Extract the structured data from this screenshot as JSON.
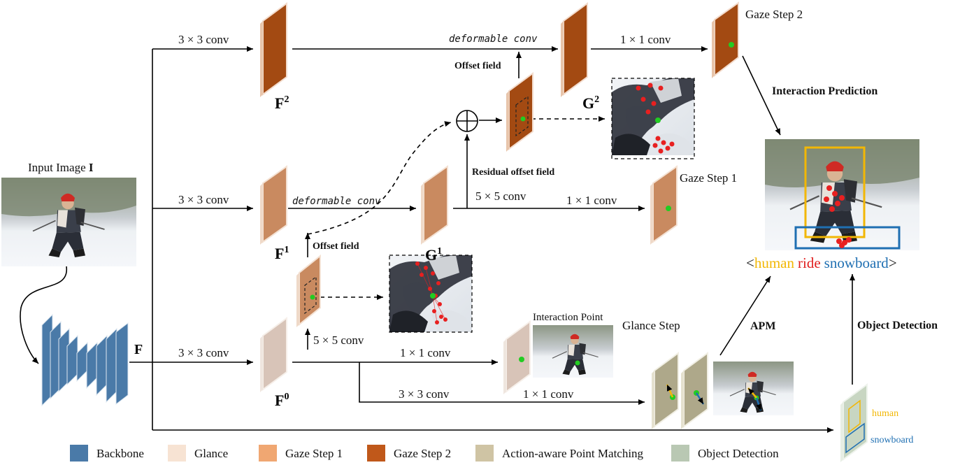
{
  "input_image_label": "Input Image ",
  "input_image_symbol": "I",
  "backbone_label": "F",
  "features": {
    "f0": "F",
    "f0_sup": "0",
    "f1": "F",
    "f1_sup": "1",
    "f2": "F",
    "f2_sup": "2",
    "g1": "G",
    "g1_sup": "1",
    "g2": "G",
    "g2_sup": "2"
  },
  "ops": {
    "conv3_top": "3 × 3 conv",
    "conv3_mid": "3 × 3 conv",
    "conv3_bot": "3 × 3 conv",
    "conv3_low": "3 × 3 conv",
    "conv1_top": "1 × 1 conv",
    "conv1_mid": "1 × 1 conv",
    "conv1_bot": "1 × 1 conv",
    "conv1_low": "1 × 1 conv",
    "conv5_mid": "5 × 5 conv",
    "conv5_bot": "5 × 5 conv",
    "deform_top": "deformable conv",
    "deform_mid": "deformable conv"
  },
  "labels": {
    "offset_field_top": "Offset field",
    "offset_field_mid": "Offset field",
    "residual_offset": "Residual offset field",
    "gaze_step_2": "Gaze Step 2",
    "gaze_step_1": "Gaze Step 1",
    "interaction_point": "Interaction Point",
    "glance_step": "Glance Step",
    "interaction_prediction": "Interaction Prediction",
    "apm": "APM",
    "object_detection": "Object Detection",
    "human_tag": "human",
    "snowboard_tag": "snowboard"
  },
  "triplet": {
    "open": "<",
    "subject": "human",
    "verb": "ride",
    "object": "snowboard",
    "close": ">"
  },
  "legend": [
    {
      "label": "Backbone",
      "color": "#4a7aa8"
    },
    {
      "label": "Glance",
      "color": "#f7e3d3"
    },
    {
      "label": "Gaze Step 1",
      "color": "#f0a772"
    },
    {
      "label": "Gaze Step 2",
      "color": "#c0581a"
    },
    {
      "label": "Action-aware Point Matching",
      "color": "#cfc4a4"
    },
    {
      "label": "Object Detection",
      "color": "#b9c8b3"
    }
  ],
  "colors": {
    "gaze2": "#a34a12",
    "gaze1": "#c98a60",
    "glance": "#d8c4b8",
    "apm": "#aea88a",
    "detection": "#c8d6c2",
    "backbone": "#4a7aa8",
    "human": "#f2b705",
    "verb": "#e01e1e",
    "object": "#1f6fb2",
    "point": "#22cc22",
    "photo_snow": "#e9edf2",
    "photo_tree": "#6f7a66"
  }
}
